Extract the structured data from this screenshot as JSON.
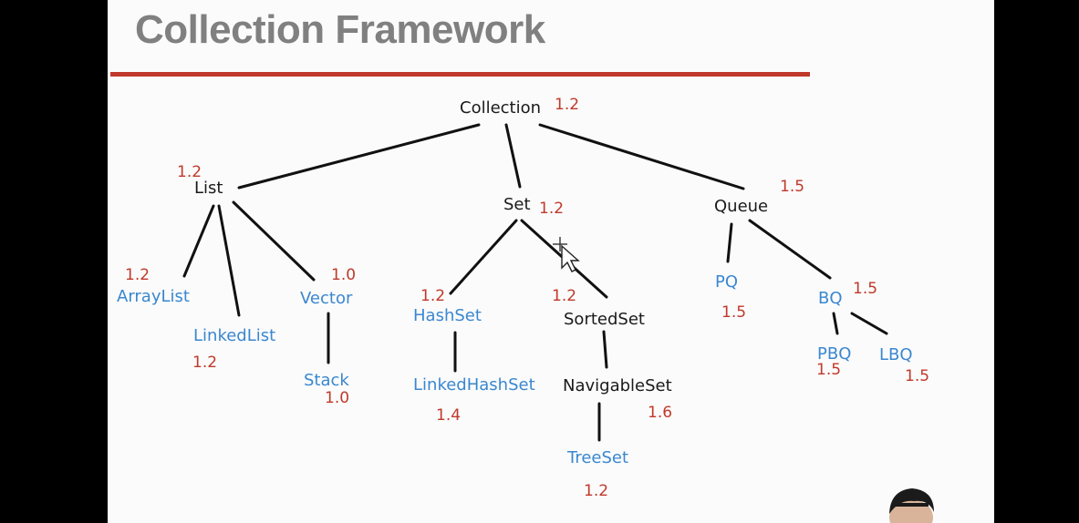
{
  "title": "Collection Framework",
  "nodes": {
    "collection": {
      "label": "Collection",
      "version": "1.2"
    },
    "list": {
      "label": "List",
      "version": "1.2"
    },
    "set": {
      "label": "Set",
      "version": "1.2"
    },
    "queue": {
      "label": "Queue",
      "version": "1.5"
    },
    "arraylist": {
      "label": "ArrayList",
      "version": "1.2"
    },
    "linkedlist": {
      "label": "LinkedList",
      "version": "1.2"
    },
    "vector": {
      "label": "Vector",
      "version": "1.0"
    },
    "stack": {
      "label": "Stack",
      "version": "1.0"
    },
    "hashset": {
      "label": "HashSet",
      "version": "1.2"
    },
    "linkedhashset": {
      "label": "LinkedHashSet",
      "version": "1.4"
    },
    "sortedset": {
      "label": "SortedSet",
      "version": "1.2"
    },
    "navigableset": {
      "label": "NavigableSet",
      "version": "1.6"
    },
    "treeset": {
      "label": "TreeSet",
      "version": "1.2"
    },
    "pq": {
      "label": "PQ",
      "version": "1.5"
    },
    "bq": {
      "label": "BQ",
      "version": "1.5"
    },
    "pbq": {
      "label": "PBQ",
      "version": "1.5"
    },
    "lbq": {
      "label": "LBQ",
      "version": "1.5"
    }
  },
  "colors": {
    "interface": "#1a1a1a",
    "class": "#3a87d0",
    "version": "#c0392b",
    "rule": "#c0392b",
    "title": "#808080"
  }
}
